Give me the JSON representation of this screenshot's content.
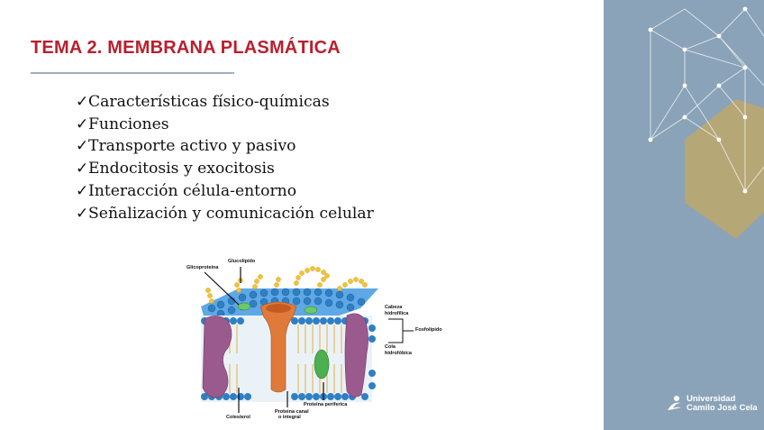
{
  "slide": {
    "title": "TEMA 2. MEMBRANA PLASMÁTICA",
    "bullets": [
      "Características físico-químicas",
      "Funciones",
      "Transporte activo y pasivo",
      "Endocitosis y exocitosis",
      "Interacción célula-entorno",
      "Señalización y comunicación celular"
    ],
    "check_glyph": "✓"
  },
  "figure": {
    "labels": {
      "glicoproteina": "Glicoproteina",
      "glucolipido": "Glucolípido",
      "cabeza": "Cabeza",
      "hidrofilica": "hidrofílica",
      "fosfolipido": "Fosfolípido",
      "cola": "Cola",
      "hidrofobica": "hidrofóbica",
      "proteina_periferica": "Proteina periferica",
      "proteina_canal": "Proteina canal",
      "o_integral": "o integral",
      "colesterol": "Colesterol"
    }
  },
  "brand": {
    "line1": "Universidad",
    "line2": "Camilo José Cela",
    "icon": "ucjc-logo-icon"
  },
  "colors": {
    "title": "#b8202e",
    "panel": "#8aa3b8",
    "hexagon": "#b6a777",
    "membrane_blue": "#3d8fd1",
    "protein_purple": "#9b5a8e",
    "protein_orange": "#e07a3a",
    "protein_green": "#4caf50"
  }
}
